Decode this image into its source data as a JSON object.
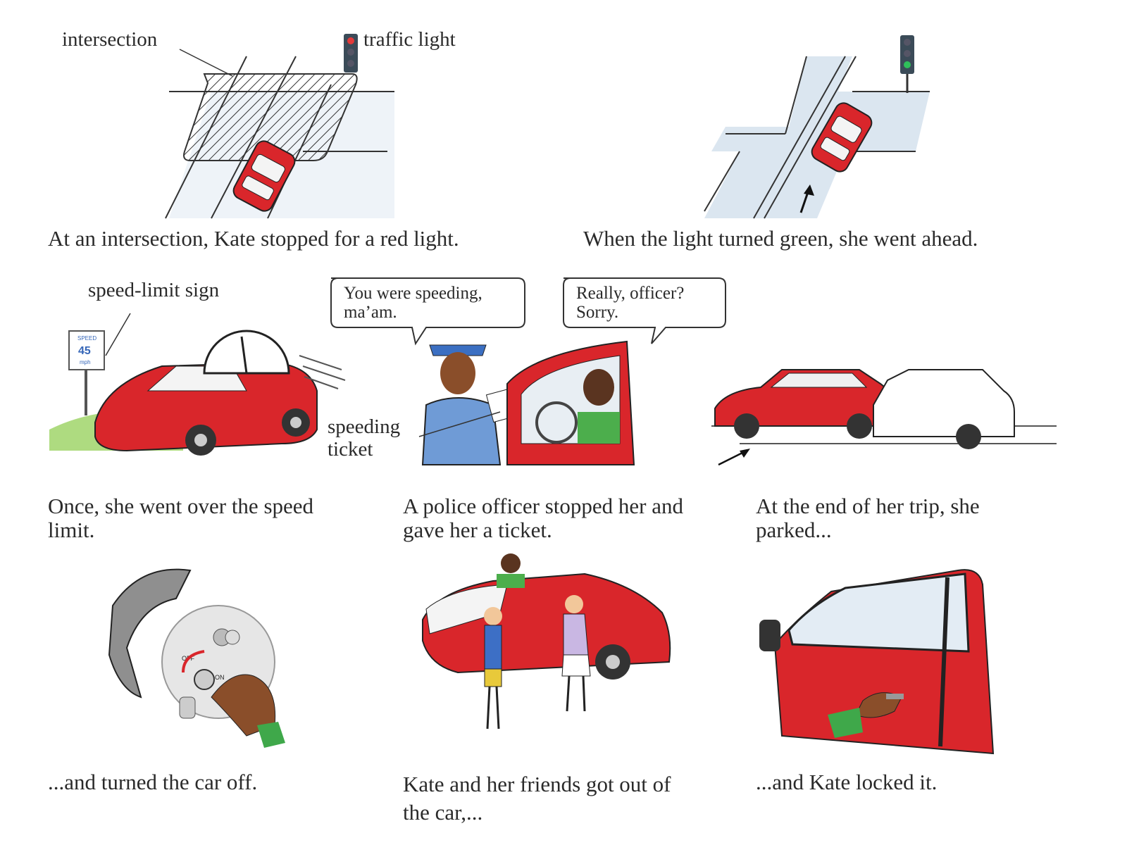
{
  "labels": {
    "intersection": "intersection",
    "traffic_light": "traffic light",
    "speed_limit_sign": "speed-limit sign",
    "speeding_ticket": "speeding\nticket",
    "sign_speed_text": "SPEED",
    "sign_speed_value": "45",
    "sign_speed_unit": "mph",
    "ignition_off": "OFF",
    "ignition_on": "ON"
  },
  "speech": {
    "officer": "You were speeding,\nma’am.",
    "kate": "Really, officer?\nSorry."
  },
  "captions": {
    "panel1": "At an intersection, Kate stopped for a red light.",
    "panel2": "When the light turned green, she went ahead.",
    "panel3": "Once, she went over the speed\nlimit.",
    "panel4": "A police officer stopped her and\ngave her a ticket.",
    "panel5": "At the end of her trip, she\nparked...",
    "panel6": "...and turned the car off.",
    "panel7": "Kate and her friends got out of\nthe car,...",
    "panel8": "...and Kate locked it."
  },
  "colors": {
    "car_red": "#d9262b",
    "road_blue": "#dbe6f0",
    "skin": "#8a4e2a",
    "uniform": "#6f9bd6",
    "grass": "#7cbf3a"
  }
}
